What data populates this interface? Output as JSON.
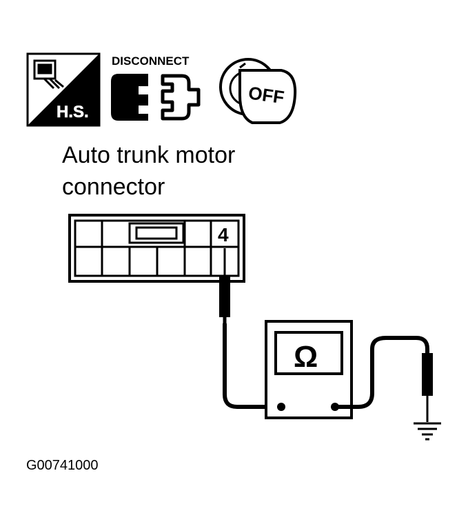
{
  "icons": {
    "harness_side_label": "H.S.",
    "disconnect_label": "DISCONNECT",
    "ignition_label": "OFF"
  },
  "title": {
    "line1": "Auto trunk motor",
    "line2": "connector"
  },
  "connector": {
    "pin_label": "4"
  },
  "meter": {
    "symbol": "Ω"
  },
  "reference_code": "G00741000",
  "colors": {
    "ink": "#000000",
    "paper": "#ffffff"
  }
}
